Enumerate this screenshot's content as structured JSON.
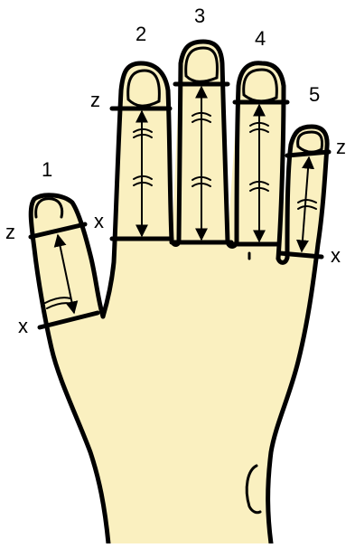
{
  "colors": {
    "skin": "#FAF0C0",
    "outline": "#000000",
    "background": "#FFFFFF"
  },
  "fingers": [
    {
      "number": "1",
      "top_label": "z",
      "bottom_label": "x"
    },
    {
      "number": "2",
      "top_label": "z",
      "bottom_label": "x"
    },
    {
      "number": "3",
      "top_label": "",
      "bottom_label": ""
    },
    {
      "number": "4",
      "top_label": "",
      "bottom_label": ""
    },
    {
      "number": "5",
      "top_label": "z",
      "bottom_label": "x"
    }
  ]
}
